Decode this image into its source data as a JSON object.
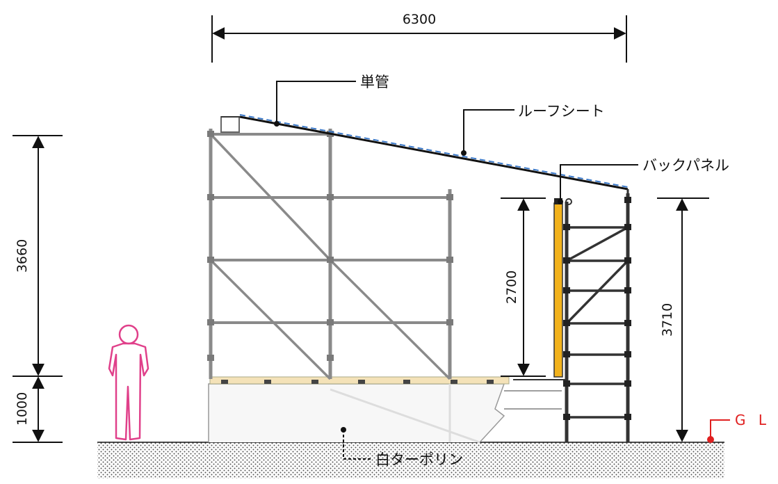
{
  "dimensions": {
    "total_width": "6300",
    "roof_height": "3660",
    "base_height": "1000",
    "back_panel_height": "2700",
    "right_height": "3710"
  },
  "labels": {
    "tube": "単管",
    "roof_sheet": "ルーフシート",
    "back_panel": "バックパネル",
    "ground_sheet": "白ターポリン",
    "ground_level": "G L"
  },
  "colors": {
    "line": "#111111",
    "scaffold": "#8a8a8a",
    "roof_sheet_dashed": "#3a78c8",
    "back_panel": "#f2b21c",
    "ground_level": "#e02020",
    "human_figure": "#e0408a",
    "ground_hatch": "#555555"
  }
}
